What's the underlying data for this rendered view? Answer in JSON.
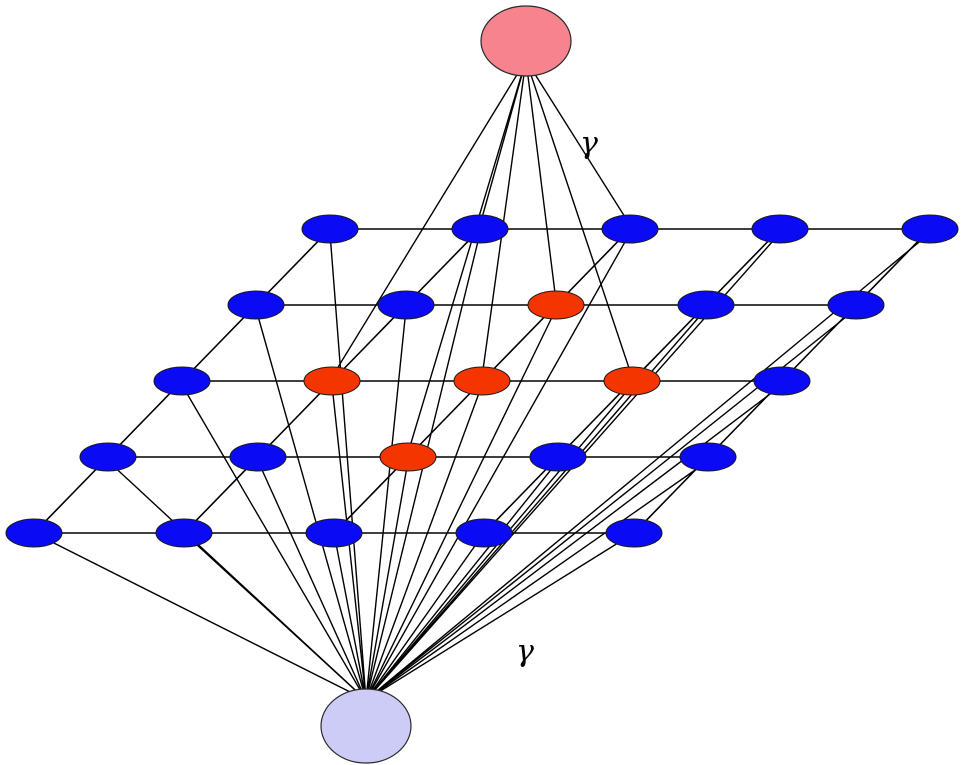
{
  "graph": {
    "rows": 5,
    "cols": 5,
    "node_color": "#0a0af5",
    "highlight_color": "#f53500",
    "highlighted_nodes": [
      [
        1,
        2
      ],
      [
        2,
        1
      ],
      [
        2,
        2
      ],
      [
        2,
        3
      ],
      [
        3,
        2
      ]
    ],
    "source": {
      "color": "#f7838e"
    },
    "sink": {
      "color": "#ccccf7"
    },
    "source_links": [
      [
        0,
        1
      ],
      [
        0,
        2
      ],
      [
        1,
        2
      ],
      [
        2,
        1
      ],
      [
        2,
        2
      ],
      [
        2,
        3
      ],
      [
        3,
        2
      ]
    ],
    "labels": {
      "source_edge_label": "γ",
      "sink_edge_label": "γ"
    }
  }
}
